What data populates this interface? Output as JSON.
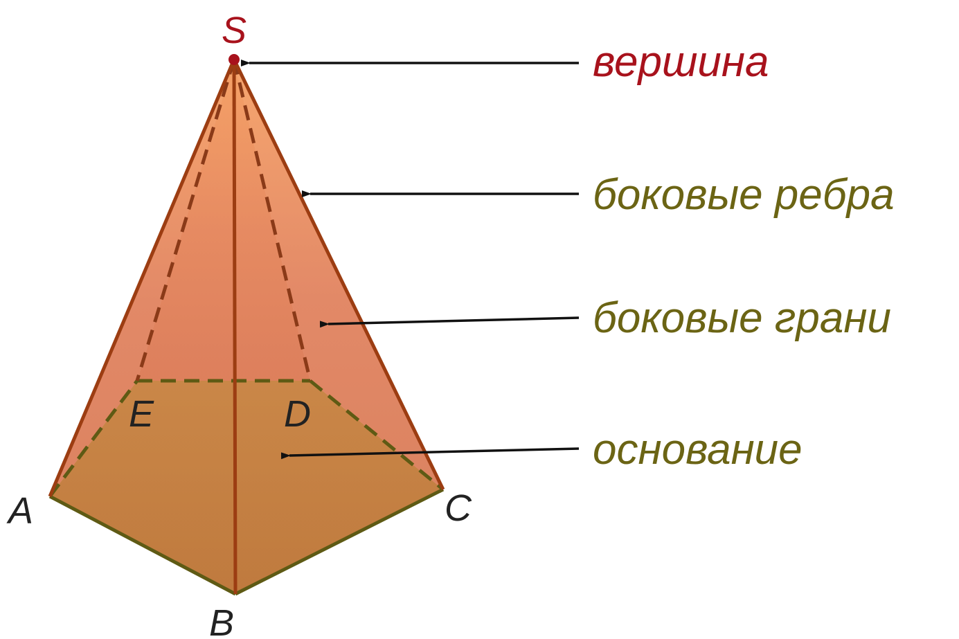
{
  "vertices": {
    "S": "S",
    "A": "A",
    "B": "B",
    "C": "C",
    "D": "D",
    "E": "E"
  },
  "terms": {
    "apex": "вершина",
    "lateral_edges": "боковые ребра",
    "lateral_faces": "боковые грани",
    "base": "основание"
  },
  "colors": {
    "apex": "#a8121c",
    "term": "#6b6414",
    "edge": "#9c3d12",
    "hidden_edge_face": "#8a3a18",
    "hidden_edge_base": "#5e5a14",
    "base_fill": "#a88a2a",
    "face_fill": "#e8875a",
    "arrow": "#111111",
    "vertex_label": "#222222"
  }
}
